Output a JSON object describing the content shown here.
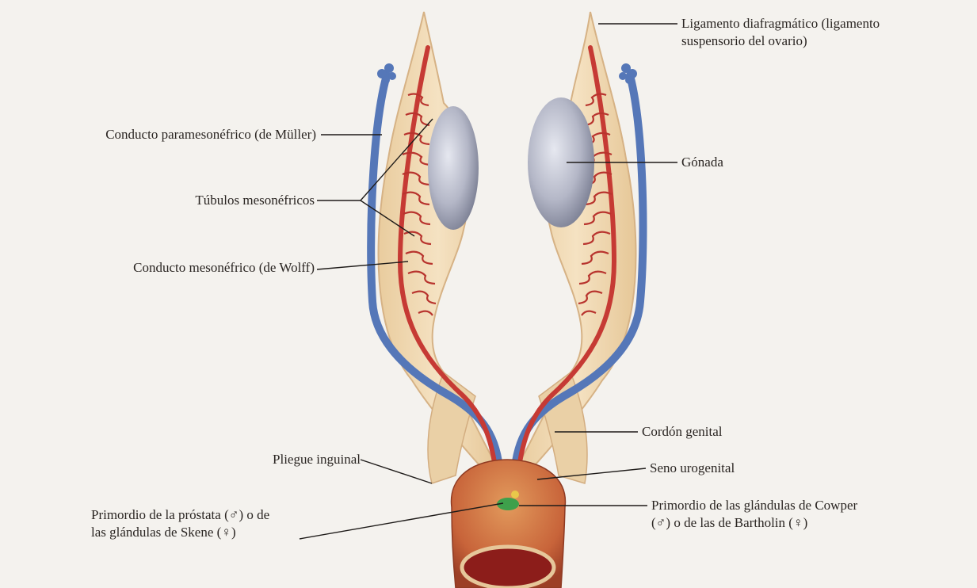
{
  "labels": {
    "ligamento_line1": "Ligamento diafragmático (ligamento",
    "ligamento_line2": "suspensorio del ovario)",
    "paramesonefrico": "Conducto paramesonéfrico (de Müller)",
    "gonada": "Gónada",
    "tubulos": "Túbulos mesonéfricos",
    "mesonefrico": "Conducto mesonéfrico (de Wolff)",
    "cordon": "Cordón genital",
    "pliegue": "Pliegue inguinal",
    "seno": "Seno urogenital",
    "prostata_line1": "Primordio de la próstata (♂) o de",
    "prostata_line2": "las glándulas de Skene (♀)",
    "cowper_line1": "Primordio de las glándulas de Cowper",
    "cowper_line2": "(♂) o de las de Bartholin (♀)"
  },
  "colors": {
    "tissue": "#efd6ad",
    "tissue_edge": "#d9b688",
    "duct_blue": "#5577b8",
    "duct_red": "#c63a34",
    "gonad": "#b4b7c7",
    "sinus": "#c8643a",
    "green_primordium": "#3ea04b",
    "leader": "#1e1b19"
  }
}
